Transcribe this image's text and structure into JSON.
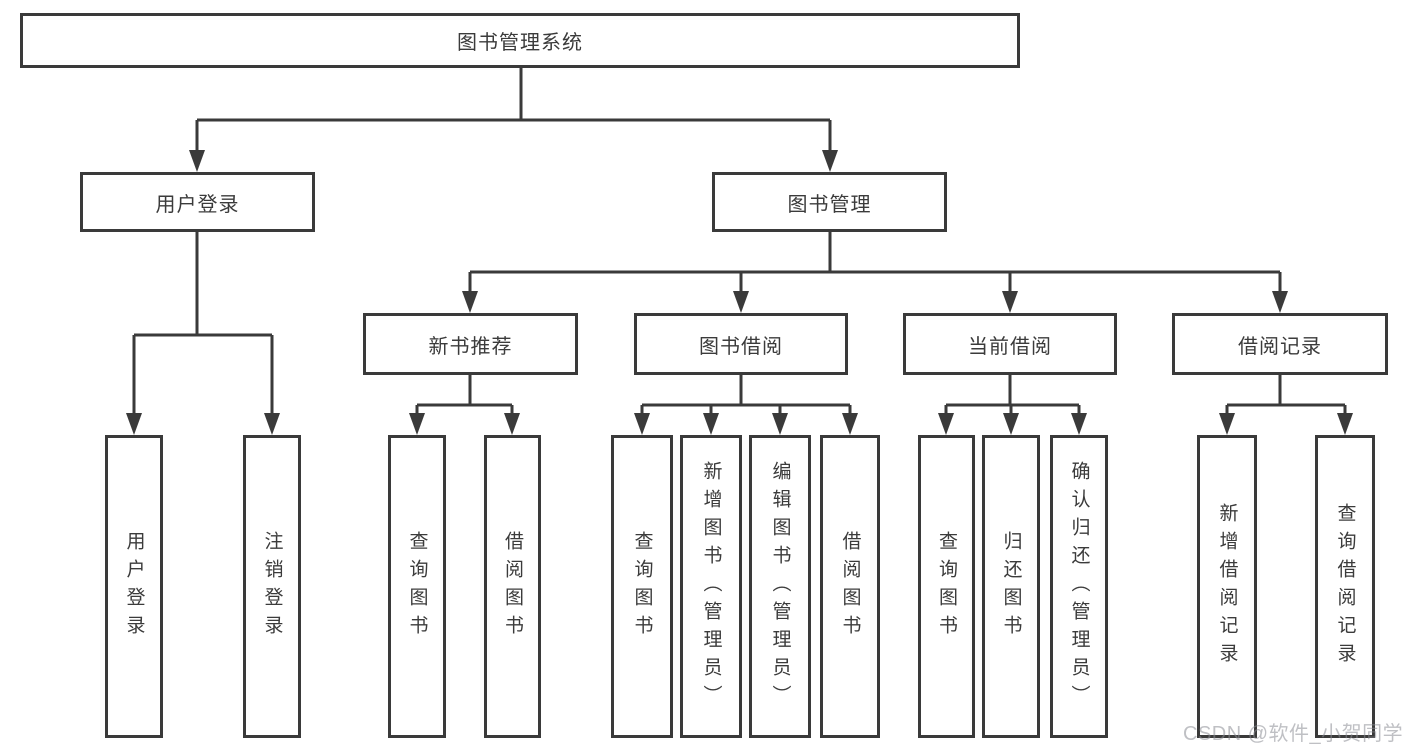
{
  "tree": {
    "label": "图书管理系统",
    "children": [
      {
        "label": "用户登录",
        "children": [
          {
            "label": "用户登录"
          },
          {
            "label": "注销登录"
          }
        ]
      },
      {
        "label": "图书管理",
        "children": [
          {
            "label": "新书推荐",
            "children": [
              {
                "label": "查询图书"
              },
              {
                "label": "借阅图书"
              }
            ]
          },
          {
            "label": "图书借阅",
            "children": [
              {
                "label": "查询图书"
              },
              {
                "label": "新增图书（管理员）"
              },
              {
                "label": "编辑图书（管理员）"
              },
              {
                "label": "借阅图书"
              }
            ]
          },
          {
            "label": "当前借阅",
            "children": [
              {
                "label": "查询图书"
              },
              {
                "label": "归还图书"
              },
              {
                "label": "确认归还（管理员）"
              }
            ]
          },
          {
            "label": "借阅记录",
            "children": [
              {
                "label": "新增借阅记录"
              },
              {
                "label": "查询借阅记录"
              }
            ]
          }
        ]
      }
    ]
  },
  "watermark": {
    "text": "CSDN @软件_小贺同学"
  },
  "colors": {
    "line": "#3a3a3a",
    "box_background": "#ffffff",
    "text": "#3b3b3b",
    "watermark": "#b5b7bb"
  }
}
